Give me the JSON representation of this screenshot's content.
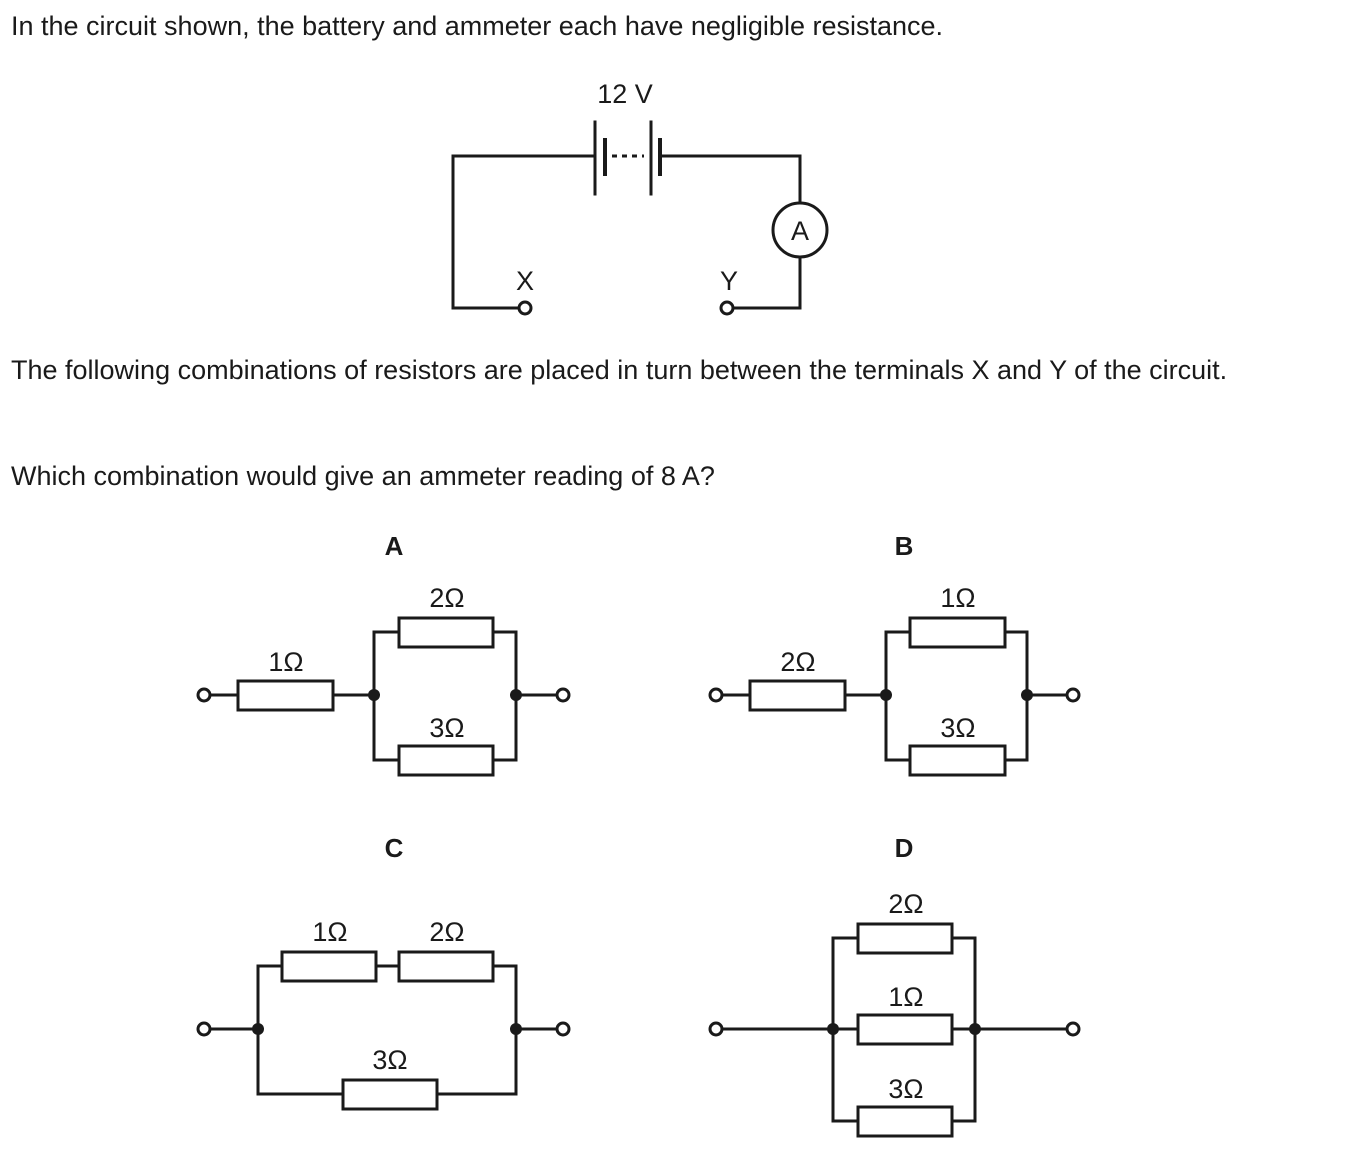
{
  "question": {
    "intro": "In the circuit shown, the battery and ammeter each have negligible resistance.",
    "para1": "The following combinations of resistors are placed in turn between the terminals X and Y of the circuit.",
    "para2": "Which combination would give an ammeter reading of 8 A?"
  },
  "circuit": {
    "battery_label": "12 V",
    "ammeter_label": "A",
    "terminal_x": "X",
    "terminal_y": "Y"
  },
  "options": {
    "A": {
      "letter": "A",
      "series": "1Ω",
      "parallel_top": "2Ω",
      "parallel_bottom": "3Ω"
    },
    "B": {
      "letter": "B",
      "series": "2Ω",
      "parallel_top": "1Ω",
      "parallel_bottom": "3Ω"
    },
    "C": {
      "letter": "C",
      "series_left": "1Ω",
      "series_right": "2Ω",
      "bottom": "3Ω"
    },
    "D": {
      "letter": "D",
      "top": "2Ω",
      "middle": "1Ω",
      "bottom": "3Ω"
    }
  }
}
